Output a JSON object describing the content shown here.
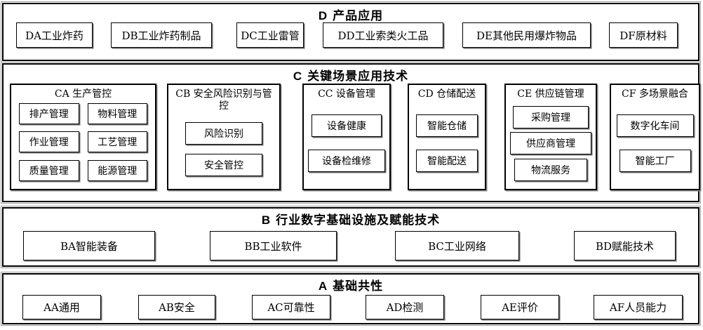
{
  "colors": {
    "background": "#ffffff",
    "line": "#000000",
    "shadow": "#6e6e6e"
  },
  "sections": {
    "d": {
      "letter": "D",
      "title": "产品应用",
      "boxes": [
        "DA工业炸药",
        "DB工业炸药制品",
        "DC工业雷管",
        "DD工业索类火工品",
        "DE其他民用爆炸物品",
        "DF原材料"
      ]
    },
    "c": {
      "letter": "C",
      "title": "关键场景应用技术",
      "groups": [
        {
          "title": "CA 生产管控",
          "boxes": [
            "排产管理",
            "物料管理",
            "作业管理",
            "工艺管理",
            "质量管理",
            "能源管理"
          ]
        },
        {
          "title": "CB 安全风险识别与管控",
          "boxes": [
            "风险识别",
            "安全管控"
          ]
        },
        {
          "title": "CC 设备管理",
          "boxes": [
            "设备健康",
            "设备检维修"
          ]
        },
        {
          "title": "CD 仓储配送",
          "boxes": [
            "智能仓储",
            "智能配送"
          ]
        },
        {
          "title": "CE 供应链管理",
          "boxes": [
            "采购管理",
            "供应商管理",
            "物流服务"
          ]
        },
        {
          "title": "CF 多场景融合",
          "boxes": [
            "数字化车间",
            "智能工厂"
          ]
        }
      ]
    },
    "b": {
      "letter": "B",
      "title": "行业数字基础设施及赋能技术",
      "boxes": [
        "BA智能装备",
        "BB工业软件",
        "BC工业网络",
        "BD赋能技术"
      ]
    },
    "a": {
      "letter": "A",
      "title": "基础共性",
      "boxes": [
        "AA通用",
        "AB安全",
        "AC可靠性",
        "AD检测",
        "AE评价",
        "AF人员能力"
      ]
    }
  }
}
